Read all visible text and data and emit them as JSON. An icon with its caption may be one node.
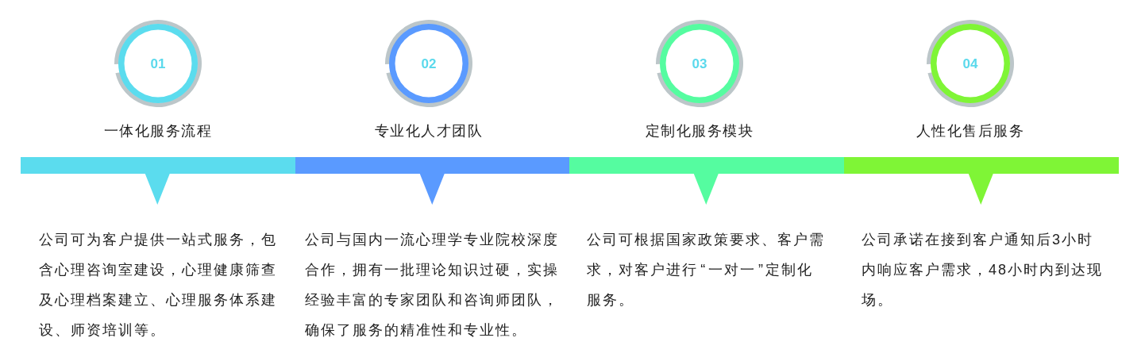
{
  "diagram": {
    "nodes": [
      {
        "text": [
          "01"
        ],
        "beside": [
          "一体化服务流程"
        ]
      },
      {
        "text": [
          "02"
        ],
        "beside": [
          "专业化人才团队"
        ]
      },
      {
        "text": [
          "03"
        ],
        "beside": [
          "定制化服务模块"
        ]
      },
      {
        "text": [
          "04"
        ],
        "beside": [
          "人性化售后服务"
        ]
      },
      {
        "text": [],
        "shape": "bar",
        "beside": [
          "公司可为客户提供一站式服务，包含心理咨询室建设，心理健康筛查及心理档案建立、心理服务体系建设、师资培训等。"
        ]
      },
      {
        "text": [],
        "shape": "bar",
        "beside": [
          "公司与国内一流心理学专业院校深度合作，拥有一批理论知识过硬，实操经验丰富的专家团队和咨询师团队，确保了服务的精准性和专业性。"
        ]
      },
      {
        "text": [],
        "shape": "bar",
        "beside": [
          "公司可根据国家政策要求、客户需求，对客户进行“一对一”定制化服务。"
        ]
      },
      {
        "text": [],
        "shape": "bar",
        "beside": [
          "公司承诺在接到客户通知后3小时内响应客户需求，48小时内到达现场。"
        ]
      }
    ]
  }
}
